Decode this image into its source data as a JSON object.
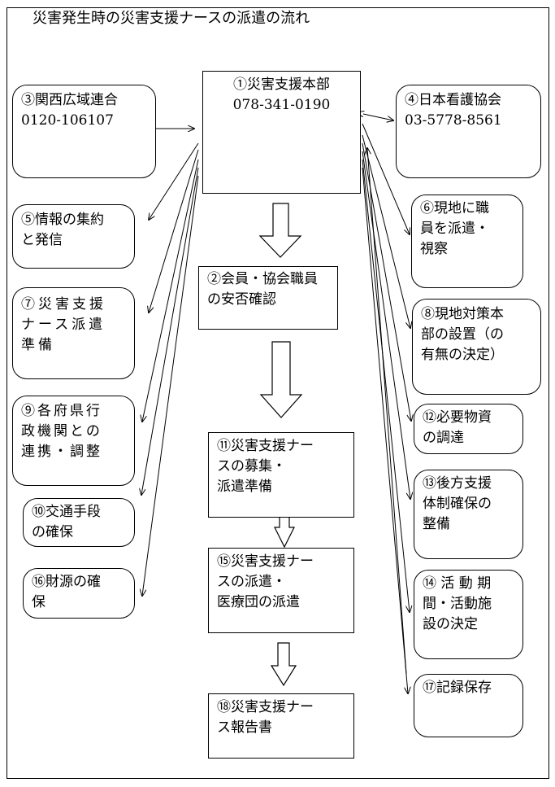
{
  "title": "災害発生時の災害支援ナースの派遣の流れ",
  "nodes": {
    "n1": "①災害支援本部\n078-341-0190",
    "n2": "②会員・協会職員\nの安否確認",
    "n3": "③関西広域連合\n0120-106107",
    "n4": "④日本看護協会\n03-5778-8561",
    "n5": "⑤情報の集約\nと発信",
    "n6": "⑥現地に職\n員を派遣・\n視察",
    "n7": "⑦災害支援\nナース派遣\n準備",
    "n8": "⑧現地対策本\n部の設置（の\n有無の決定）",
    "n9": "⑨各府県行\n政機関との\n連携・調整",
    "n10": "⑩交通手段\nの確保",
    "n11": "⑪災害支援ナー\nスの募集・\n派遣準備",
    "n12": "⑫必要物資\nの調達",
    "n13": "⑬後方支援\n体制確保の\n整備",
    "n14": "⑭ 活 動 期\n間・活動施\n設の決定",
    "n15": "⑮災害支援ナー\nスの派遣・\n医療団の派遣",
    "n16": "⑯財源の確\n保",
    "n17": "⑰記録保存",
    "n18": "⑱災害支援ナー\nス報告書"
  }
}
